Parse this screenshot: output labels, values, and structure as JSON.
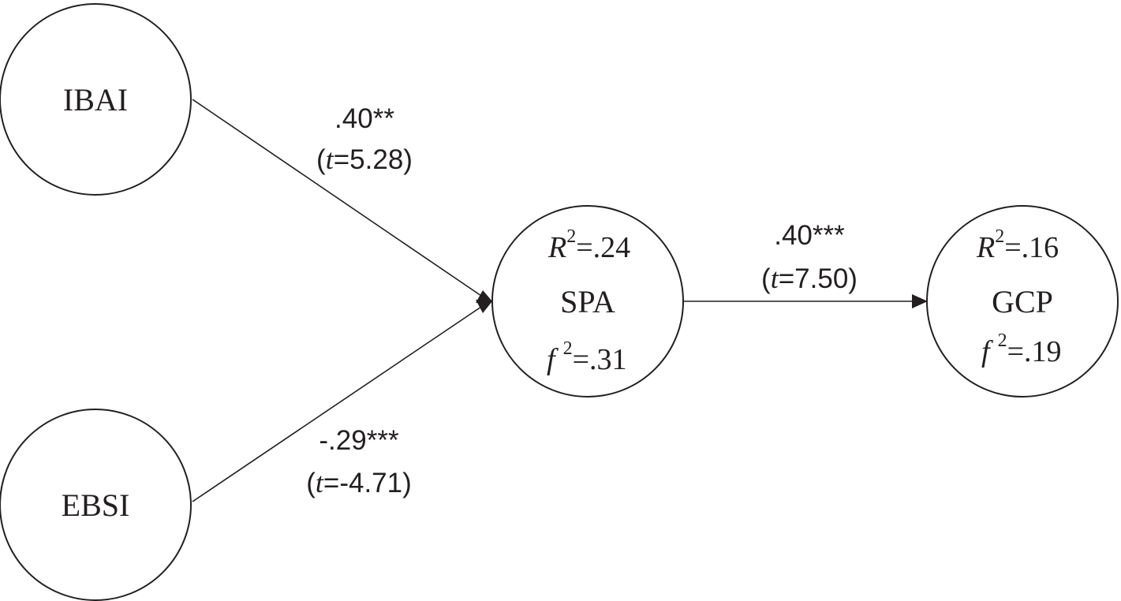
{
  "nodes": {
    "ibai": {
      "label": "IBAI"
    },
    "ebsi": {
      "label": "EBSI"
    },
    "spa": {
      "label": "SPA",
      "r2_symbol": "R",
      "r2_exp": "2",
      "r2_value": "=.24",
      "f2_symbol": "f",
      "f2_exp": "2",
      "f2_value": "=.31"
    },
    "gcp": {
      "label": "GCP",
      "r2_symbol": "R",
      "r2_exp": "2",
      "r2_value": "=.16",
      "f2_symbol": "f",
      "f2_exp": "2",
      "f2_value": "=.19"
    }
  },
  "paths": {
    "ibai_spa": {
      "coef": ".40**",
      "t_open": "(",
      "t_symbol": "t",
      "t_value": "=5.28)"
    },
    "ebsi_spa": {
      "coef": "-.29***",
      "t_open": "(",
      "t_symbol": "t",
      "t_value": "=-4.71)"
    },
    "spa_gcp": {
      "coef": ".40***",
      "t_open": "(",
      "t_symbol": "t",
      "t_value": "=7.50)"
    }
  },
  "colors": {
    "ink": "#231f20",
    "background": "#ffffff"
  }
}
